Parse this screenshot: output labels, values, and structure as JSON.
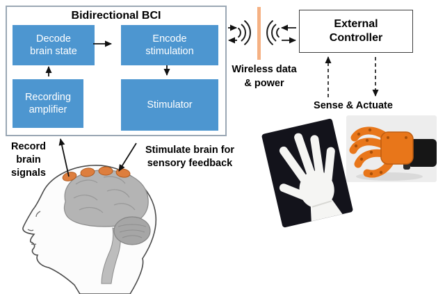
{
  "bci": {
    "title": "Bidirectional BCI",
    "modules": {
      "decode": "Decode\nbrain state",
      "encode": "Encode\nstimulation",
      "amplifier": "Recording\namplifier",
      "stimulator": "Stimulator"
    }
  },
  "controller": {
    "label": "External\nController"
  },
  "labels": {
    "wireless": "Wireless data\n& power",
    "sense_actuate": "Sense & Actuate",
    "record": "Record\nbrain\nsignals",
    "stimulate": "Stimulate brain for\nsensory feedback"
  },
  "icons": {
    "wireless": "wireless-signal-icon",
    "brain": "brain-head-illustration",
    "glove": "sensor-glove-photo",
    "robotic_hand": "robotic-hand-photo"
  },
  "colors": {
    "module_blue": "#4D96D0",
    "bci_border": "#9aa7b4",
    "electrode_orange": "#DD7E3E",
    "wireless_bar_orange": "#F5B183",
    "arrow": "#111111"
  }
}
